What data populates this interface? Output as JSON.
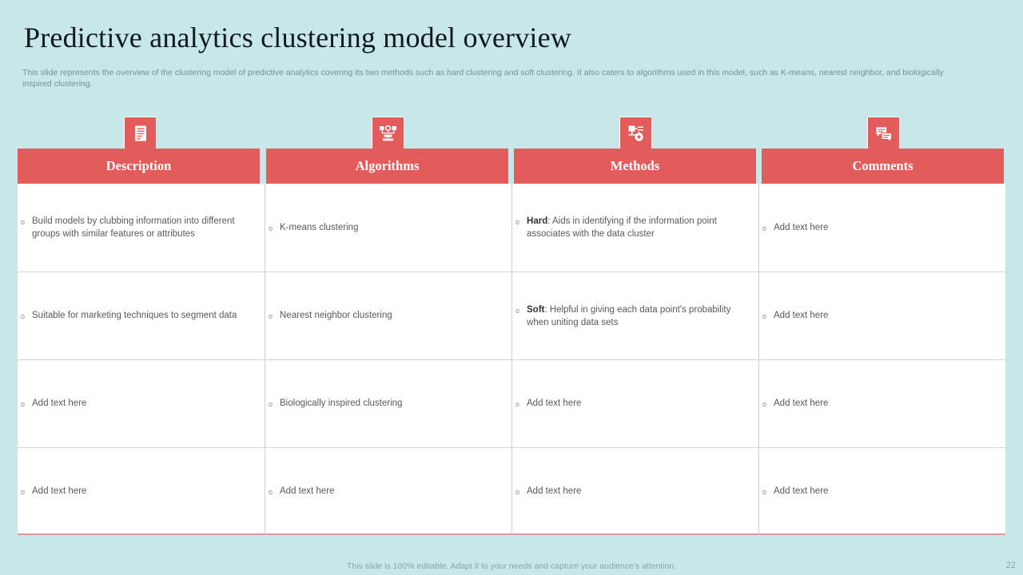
{
  "slide": {
    "title": "Predictive analytics clustering model overview",
    "subtitle": "This slide represents the overview of the clustering model of predictive analytics covering its two methods such as hard clustering and soft clustering. It also caters to algorithms used in this model, such as K-means, nearest neighbor, and biologically inspired clustering.",
    "footer_note": "This slide is 100% editable. Adapt it to your needs and capture your audience's attention.",
    "page_number": "22"
  },
  "colors": {
    "background": "#c7e7e8",
    "accent_red": "#e35c5c",
    "header_text": "#ffffff",
    "title_text": "#101820",
    "body_text": "#595959",
    "muted_text": "#8aa3a7"
  },
  "table": {
    "columns": [
      {
        "label": "Description",
        "icon": "document-list-icon"
      },
      {
        "label": "Algorithms",
        "icon": "network-nodes-icon"
      },
      {
        "label": "Methods",
        "icon": "flowchart-gear-icon"
      },
      {
        "label": "Comments",
        "icon": "comment-bubbles-icon"
      }
    ],
    "rows": [
      {
        "description": {
          "lead": "",
          "text": "Build models by clubbing information into different groups with similar features or attributes"
        },
        "algorithms": {
          "lead": "",
          "text": "K-means clustering"
        },
        "methods": {
          "lead": "Hard",
          "text": ": Aids in identifying if the information point associates with the data cluster"
        },
        "comments": {
          "lead": "",
          "text": "Add text here"
        }
      },
      {
        "description": {
          "lead": "",
          "text": "Suitable for marketing techniques to segment data"
        },
        "algorithms": {
          "lead": "",
          "text": "Nearest neighbor clustering"
        },
        "methods": {
          "lead": "Soft",
          "text": ": Helpful in giving each data point's probability when uniting data sets"
        },
        "comments": {
          "lead": "",
          "text": "Add text here"
        }
      },
      {
        "description": {
          "lead": "",
          "text": "Add text here"
        },
        "algorithms": {
          "lead": "",
          "text": "Biologically inspired clustering"
        },
        "methods": {
          "lead": "",
          "text": "Add text here"
        },
        "comments": {
          "lead": "",
          "text": "Add text here"
        }
      },
      {
        "description": {
          "lead": "",
          "text": "Add text here"
        },
        "algorithms": {
          "lead": "",
          "text": "Add text here"
        },
        "methods": {
          "lead": "",
          "text": "Add text here"
        },
        "comments": {
          "lead": "",
          "text": "Add text here"
        }
      }
    ],
    "bullet_glyph": "o"
  }
}
